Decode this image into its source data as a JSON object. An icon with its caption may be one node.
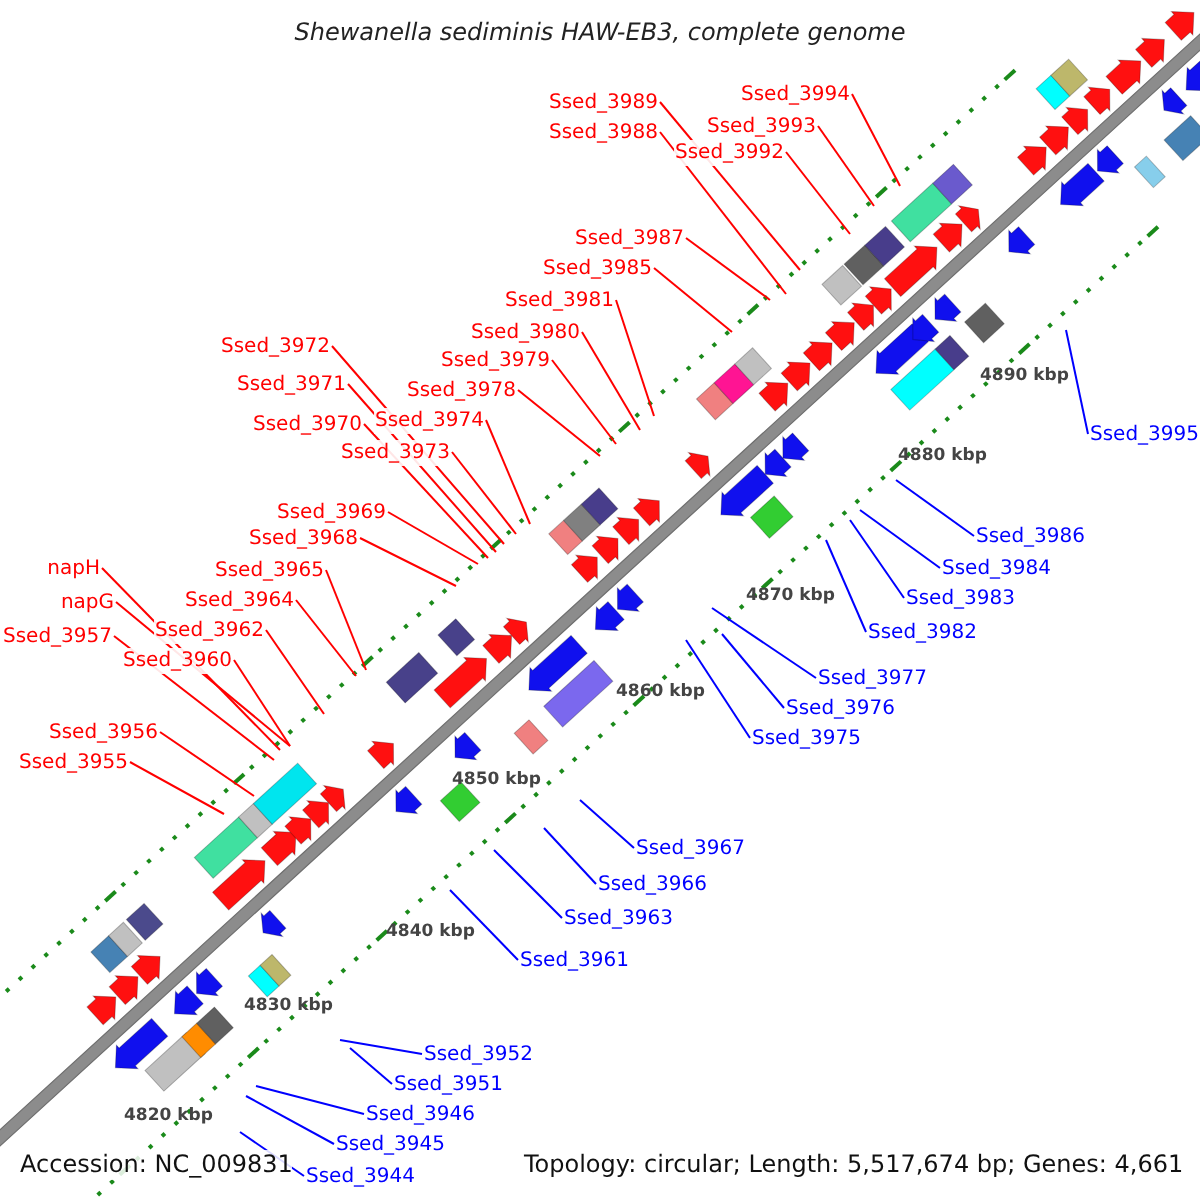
{
  "diagram": {
    "title": "Shewanella sediminis HAW-EB3, complete genome",
    "nodes": [
      {
        "text": [
          "Ssed_3994"
        ]
      },
      {
        "text": [
          "Ssed_3989"
        ]
      },
      {
        "text": [
          "Ssed_3993"
        ]
      },
      {
        "text": [
          "Ssed_3988"
        ]
      },
      {
        "text": [
          "Ssed_3992"
        ]
      },
      {
        "text": [
          "Ssed_3987"
        ]
      },
      {
        "text": [
          "Ssed_3985"
        ]
      },
      {
        "text": [
          "Ssed_3981"
        ]
      },
      {
        "text": [
          "Ssed_3980"
        ]
      },
      {
        "text": [
          "Ssed_3979"
        ]
      },
      {
        "text": [
          "Ssed_3972"
        ]
      },
      {
        "text": [
          "Ssed_3978"
        ]
      },
      {
        "text": [
          "Ssed_3971"
        ]
      },
      {
        "text": [
          "Ssed_3974"
        ]
      },
      {
        "text": [
          "Ssed_3970"
        ]
      },
      {
        "text": [
          "Ssed_3973"
        ]
      },
      {
        "text": [
          "Ssed_3969"
        ]
      },
      {
        "text": [
          "Ssed_3968"
        ]
      },
      {
        "text": [
          "napH"
        ]
      },
      {
        "text": [
          "Ssed_3965"
        ]
      },
      {
        "text": [
          "Ssed_3964"
        ]
      },
      {
        "text": [
          "napG"
        ]
      },
      {
        "text": [
          "Ssed_3962"
        ]
      },
      {
        "text": [
          "Ssed_3957"
        ]
      },
      {
        "text": [
          "Ssed_3960"
        ]
      },
      {
        "text": [
          "Ssed_3956"
        ]
      },
      {
        "text": [
          "Ssed_3955"
        ]
      },
      {
        "text": [
          "Ssed_3995"
        ]
      },
      {
        "text": [
          "Ssed_3986"
        ]
      },
      {
        "text": [
          "Ssed_3984"
        ]
      },
      {
        "text": [
          "Ssed_3983"
        ]
      },
      {
        "text": [
          "Ssed_3982"
        ]
      },
      {
        "text": [
          "Ssed_3977"
        ]
      },
      {
        "text": [
          "Ssed_3976"
        ]
      },
      {
        "text": [
          "Ssed_3975"
        ]
      },
      {
        "text": [
          "Ssed_3967"
        ]
      },
      {
        "text": [
          "Ssed_3966"
        ]
      },
      {
        "text": [
          "Ssed_3963"
        ]
      },
      {
        "text": [
          "Ssed_3961"
        ]
      },
      {
        "text": [
          "Ssed_3952"
        ]
      },
      {
        "text": [
          "Ssed_3951"
        ]
      },
      {
        "text": [
          "Ssed_3946"
        ]
      },
      {
        "text": [
          "Ssed_3945"
        ]
      },
      {
        "text": [
          "Ssed_3944"
        ]
      }
    ],
    "edges": [
      {
        "from": 0,
        "to": null,
        "arrow": "none"
      },
      {
        "from": 1,
        "to": null,
        "arrow": "none"
      },
      {
        "from": 2,
        "to": null,
        "arrow": "none"
      },
      {
        "from": 3,
        "to": null,
        "arrow": "none"
      },
      {
        "from": 4,
        "to": null,
        "arrow": "none"
      },
      {
        "from": 5,
        "to": null,
        "arrow": "none"
      },
      {
        "from": 6,
        "to": null,
        "arrow": "none"
      },
      {
        "from": 7,
        "to": null,
        "arrow": "none"
      },
      {
        "from": 8,
        "to": null,
        "arrow": "none"
      },
      {
        "from": 9,
        "to": null,
        "arrow": "none"
      },
      {
        "from": 10,
        "to": null,
        "arrow": "none"
      },
      {
        "from": 11,
        "to": null,
        "arrow": "none"
      },
      {
        "from": 12,
        "to": null,
        "arrow": "none"
      },
      {
        "from": 13,
        "to": null,
        "arrow": "none"
      },
      {
        "from": 14,
        "to": null,
        "arrow": "none"
      },
      {
        "from": 15,
        "to": null,
        "arrow": "none"
      },
      {
        "from": 16,
        "to": null,
        "arrow": "none"
      },
      {
        "from": 17,
        "to": null,
        "arrow": "none"
      },
      {
        "from": 18,
        "to": null,
        "arrow": "none"
      },
      {
        "from": 19,
        "to": null,
        "arrow": "none"
      },
      {
        "from": 20,
        "to": null,
        "arrow": "none"
      },
      {
        "from": 21,
        "to": null,
        "arrow": "none"
      },
      {
        "from": 22,
        "to": null,
        "arrow": "none"
      },
      {
        "from": 23,
        "to": null,
        "arrow": "none"
      },
      {
        "from": 24,
        "to": null,
        "arrow": "none"
      },
      {
        "from": 25,
        "to": null,
        "arrow": "none"
      },
      {
        "from": 26,
        "to": null,
        "arrow": "none"
      },
      {
        "from": 27,
        "to": null,
        "arrow": "none",
        "color": "#0000ff"
      },
      {
        "from": 28,
        "to": null,
        "arrow": "none",
        "color": "#0000ff"
      },
      {
        "from": 29,
        "to": null,
        "arrow": "none",
        "color": "#0000ff"
      },
      {
        "from": 30,
        "to": null,
        "arrow": "none",
        "color": "#0000ff"
      },
      {
        "from": 31,
        "to": null,
        "arrow": "none",
        "color": "#0000ff"
      },
      {
        "from": 32,
        "to": null,
        "arrow": "none",
        "color": "#0000ff"
      },
      {
        "from": 33,
        "to": null,
        "arrow": "none",
        "color": "#0000ff"
      },
      {
        "from": 34,
        "to": null,
        "arrow": "none",
        "color": "#0000ff"
      },
      {
        "from": 35,
        "to": null,
        "arrow": "none",
        "color": "#0000ff"
      },
      {
        "from": 36,
        "to": null,
        "arrow": "none",
        "color": "#0000ff"
      },
      {
        "from": 37,
        "to": null,
        "arrow": "none",
        "color": "#0000ff"
      },
      {
        "from": 38,
        "to": null,
        "arrow": "none",
        "color": "#0000ff"
      },
      {
        "from": 39,
        "to": null,
        "arrow": "none",
        "color": "#0000ff"
      },
      {
        "from": 40,
        "to": null,
        "arrow": "none",
        "color": "#0000ff"
      },
      {
        "from": 41,
        "to": null,
        "arrow": "none",
        "color": "#0000ff"
      },
      {
        "from": 42,
        "to": null,
        "arrow": "none",
        "color": "#0000ff"
      },
      {
        "from": 43,
        "to": null,
        "arrow": "none",
        "color": "#0000ff"
      }
    ],
    "labels": [
      "4890 kbp",
      "4880 kbp",
      "4870 kbp",
      "4860 kbp",
      "4850 kbp",
      "4840 kbp",
      "4830 kbp",
      "4820 kbp",
      "Accession: NC_009831",
      "Topology: circular; Length: 5,517,674 bp; Genes: 4,661"
    ]
  }
}
